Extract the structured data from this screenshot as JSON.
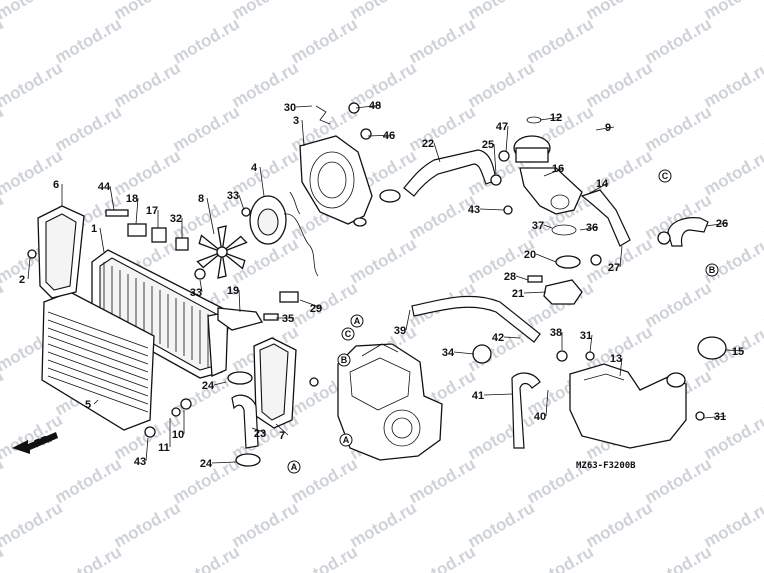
{
  "watermark": "motod.ru",
  "diagram_code": "MZ63-F3200B",
  "direction_label": "FR.",
  "part_numbers": [
    "30",
    "48",
    "3",
    "46",
    "47",
    "12",
    "9",
    "22",
    "25",
    "16",
    "4",
    "33",
    "14",
    "6",
    "44",
    "18",
    "17",
    "32",
    "8",
    "43",
    "37",
    "36",
    "26",
    "27",
    "1",
    "2",
    "20",
    "28",
    "21",
    "19",
    "33",
    "29",
    "35",
    "39",
    "34",
    "42",
    "38",
    "31",
    "13",
    "15",
    "24",
    "41",
    "40",
    "5",
    "10",
    "43",
    "11",
    "23",
    "7",
    "24",
    "31"
  ],
  "circle_refs": [
    "C",
    "B",
    "A",
    "C",
    "B",
    "A",
    "A"
  ]
}
